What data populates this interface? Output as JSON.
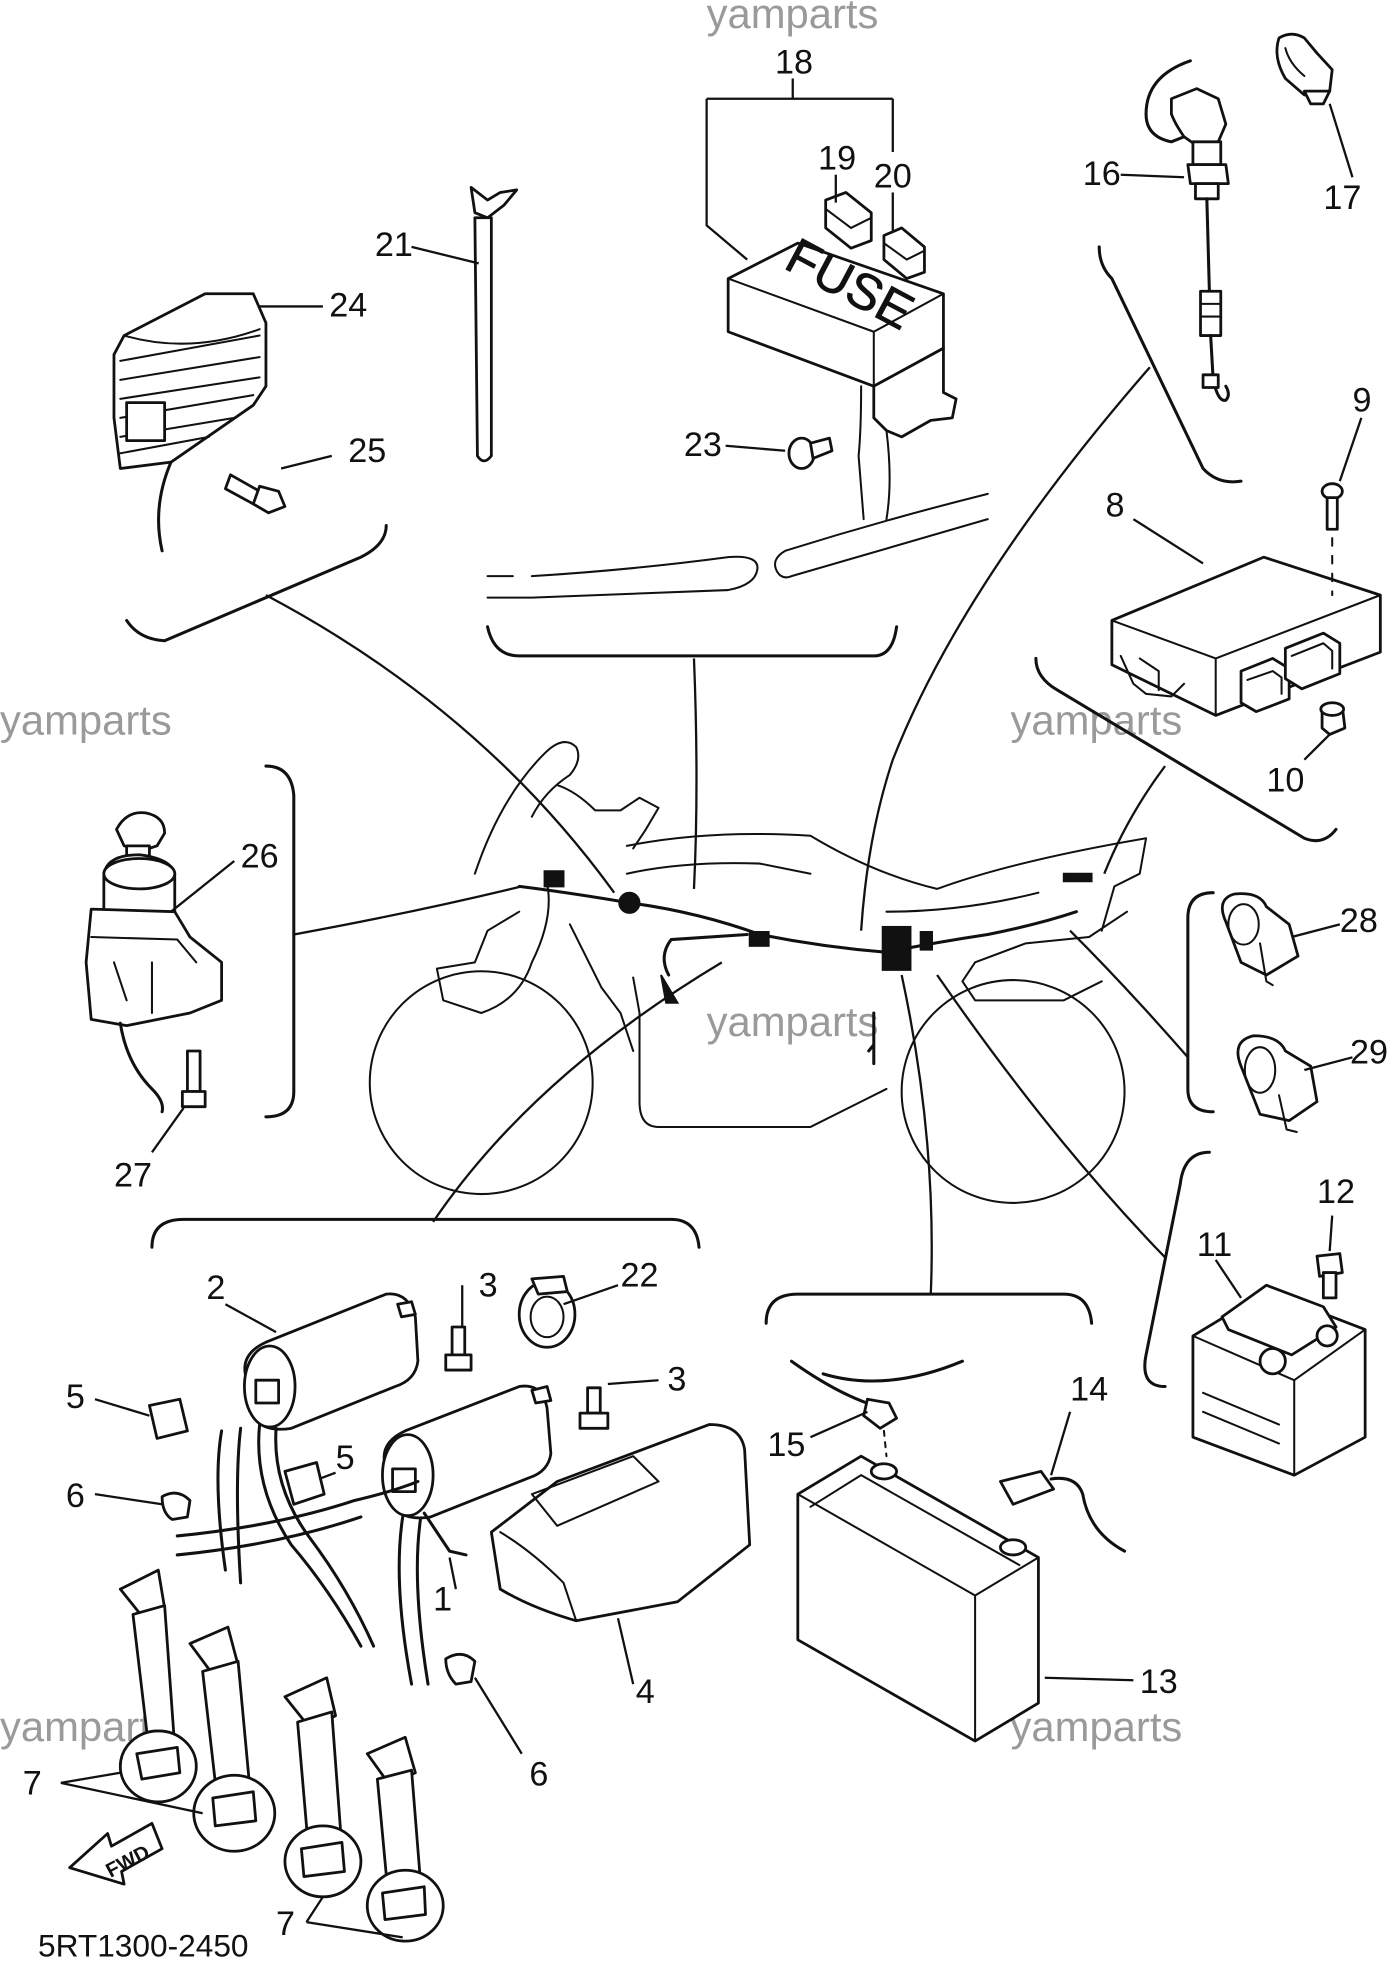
{
  "diagram": {
    "diagram_code": "5RT1300-2450",
    "watermark": "yamparts",
    "fuse_box_label": "FUSE",
    "fwd_label": "FWD",
    "callouts": {
      "c1": "1",
      "c2": "2",
      "c3a": "3",
      "c3b": "3",
      "c4": "4",
      "c5a": "5",
      "c5b": "5",
      "c6a": "6",
      "c6b": "6",
      "c7a": "7",
      "c7b": "7",
      "c8": "8",
      "c9": "9",
      "c10": "10",
      "c11": "11",
      "c12": "12",
      "c13": "13",
      "c14": "14",
      "c15": "15",
      "c16": "16",
      "c17": "17",
      "c18": "18",
      "c19": "19",
      "c20": "20",
      "c21": "21",
      "c22": "22",
      "c23": "23",
      "c24": "24",
      "c25": "25",
      "c26": "26",
      "c27": "27",
      "c28": "28",
      "c29": "29"
    }
  }
}
